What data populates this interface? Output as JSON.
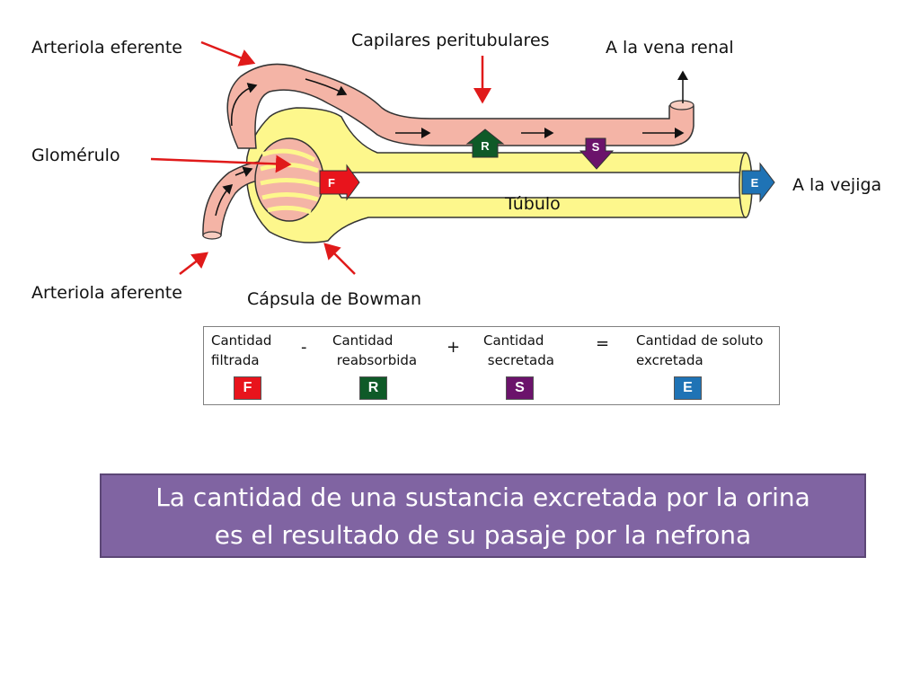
{
  "labels": {
    "arteriola_eferente": "Arteriola eferente",
    "capilares": "Capilares peritubulares",
    "vena_renal": "A la vena renal",
    "glomerulo": "Glomérulo",
    "vejiga": "A la vejiga",
    "tubulo": "Túbulo",
    "arteriola_aferente": "Arteriola aferente",
    "capsula": "Cápsula de Bowman"
  },
  "markers": {
    "F": "F",
    "R": "R",
    "S": "S",
    "E": "E"
  },
  "equation": {
    "term1": "Cantidad\nfiltrada",
    "op1": "-",
    "term2": "Cantidad\n reabsorbida",
    "op2": "+",
    "term3": "Cantidad\n secretada",
    "op3": "=",
    "term4": "Cantidad de soluto\nexcretada"
  },
  "summary": {
    "line1": "La cantidad de una sustancia excretada por la orina",
    "line2": "es el resultado de su pasaje por la nefrona"
  },
  "colors": {
    "filtration": "#e8141c",
    "reabsorption": "#0f5a28",
    "secretion": "#6b136b",
    "excretion": "#1f73b5",
    "vessel": "#f4b4a6",
    "tubule": "#fdf78c",
    "pointer": "#e01a1a",
    "summary_bg": "#8064a2"
  }
}
